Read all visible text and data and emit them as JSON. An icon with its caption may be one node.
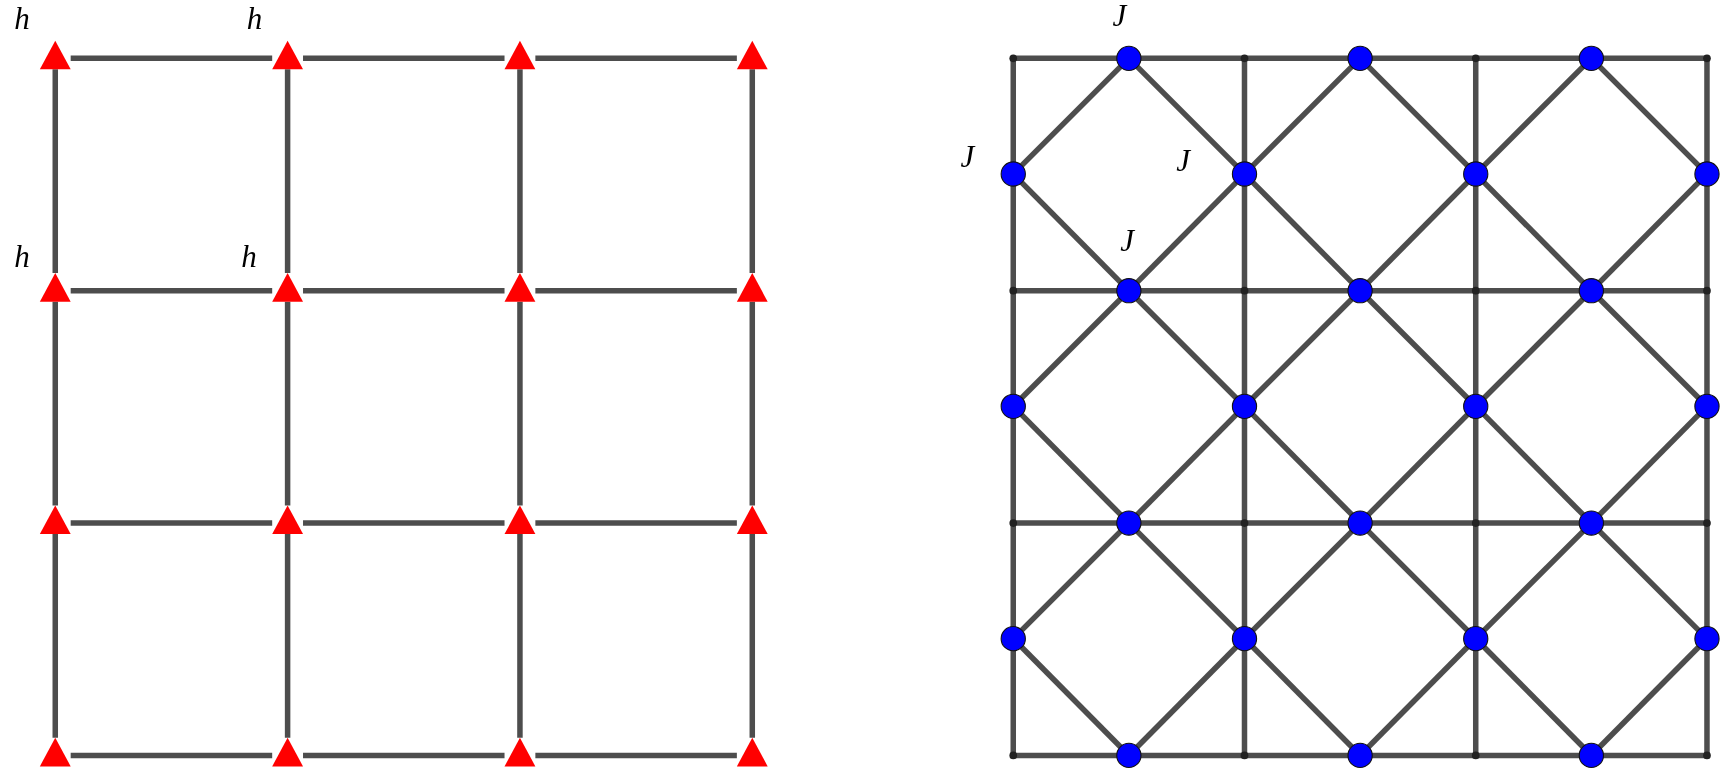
{
  "diagram": {
    "nodes": [
      {
        "text": [],
        "shape": "triangle",
        "beside": [
          "h"
        ]
      },
      {
        "text": [],
        "shape": "triangle",
        "beside": [
          "h"
        ]
      },
      {
        "text": [],
        "shape": "triangle"
      },
      {
        "text": [],
        "shape": "triangle"
      },
      {
        "text": [],
        "shape": "triangle",
        "beside": [
          "h"
        ]
      },
      {
        "text": [],
        "shape": "triangle",
        "beside": [
          "h"
        ]
      },
      {
        "text": [],
        "shape": "triangle"
      },
      {
        "text": [],
        "shape": "triangle"
      },
      {
        "text": [],
        "shape": "triangle"
      },
      {
        "text": [],
        "shape": "triangle"
      },
      {
        "text": [],
        "shape": "triangle"
      },
      {
        "text": [],
        "shape": "triangle"
      },
      {
        "text": [],
        "shape": "triangle"
      },
      {
        "text": [],
        "shape": "triangle"
      },
      {
        "text": [],
        "shape": "triangle"
      },
      {
        "text": [],
        "shape": "triangle"
      },
      {
        "text": [],
        "shape": "circle",
        "beside": [
          "J"
        ]
      },
      {
        "text": [],
        "shape": "circle"
      },
      {
        "text": [],
        "shape": "circle"
      },
      {
        "text": [],
        "shape": "circle",
        "beside": [
          "J"
        ]
      },
      {
        "text": [],
        "shape": "circle",
        "beside": [
          "J"
        ]
      },
      {
        "text": [],
        "shape": "circle"
      },
      {
        "text": [],
        "shape": "circle"
      },
      {
        "text": [],
        "shape": "circle",
        "beside": [
          "J"
        ]
      },
      {
        "text": [],
        "shape": "circle"
      },
      {
        "text": [],
        "shape": "circle"
      },
      {
        "text": [],
        "shape": "circle"
      },
      {
        "text": [],
        "shape": "circle"
      },
      {
        "text": [],
        "shape": "circle"
      },
      {
        "text": [],
        "shape": "circle"
      },
      {
        "text": [],
        "shape": "circle"
      },
      {
        "text": [],
        "shape": "circle"
      },
      {
        "text": [],
        "shape": "circle"
      },
      {
        "text": [],
        "shape": "circle"
      },
      {
        "text": [],
        "shape": "circle"
      },
      {
        "text": [],
        "shape": "circle"
      },
      {
        "text": [],
        "shape": "circle"
      },
      {
        "text": [],
        "shape": "circle"
      },
      {
        "text": [],
        "shape": "circle"
      },
      {
        "text": [],
        "shape": "circle"
      }
    ],
    "edges": [
      {
        "from": 0,
        "to": 1,
        "arrow": "none"
      },
      {
        "from": 1,
        "to": 2,
        "arrow": "none"
      },
      {
        "from": 2,
        "to": 3,
        "arrow": "none"
      },
      {
        "from": 4,
        "to": 5,
        "arrow": "none"
      },
      {
        "from": 5,
        "to": 6,
        "arrow": "none"
      },
      {
        "from": 6,
        "to": 7,
        "arrow": "none"
      },
      {
        "from": 8,
        "to": 9,
        "arrow": "none"
      },
      {
        "from": 9,
        "to": 10,
        "arrow": "none"
      },
      {
        "from": 10,
        "to": 11,
        "arrow": "none"
      },
      {
        "from": 12,
        "to": 13,
        "arrow": "none"
      },
      {
        "from": 13,
        "to": 14,
        "arrow": "none"
      },
      {
        "from": 14,
        "to": 15,
        "arrow": "none"
      },
      {
        "from": 0,
        "to": 4,
        "arrow": "none"
      },
      {
        "from": 1,
        "to": 5,
        "arrow": "none"
      },
      {
        "from": 2,
        "to": 6,
        "arrow": "none"
      },
      {
        "from": 3,
        "to": 7,
        "arrow": "none"
      },
      {
        "from": 4,
        "to": 8,
        "arrow": "none"
      },
      {
        "from": 5,
        "to": 9,
        "arrow": "none"
      },
      {
        "from": 6,
        "to": 10,
        "arrow": "none"
      },
      {
        "from": 7,
        "to": 11,
        "arrow": "none"
      },
      {
        "from": 8,
        "to": 12,
        "arrow": "none"
      },
      {
        "from": 9,
        "to": 13,
        "arrow": "none"
      },
      {
        "from": 10,
        "to": 14,
        "arrow": "none"
      },
      {
        "from": 11,
        "to": 15,
        "arrow": "none"
      },
      {
        "from": 16,
        "to": 19,
        "arrow": "none"
      },
      {
        "from": 16,
        "to": 20,
        "arrow": "none"
      },
      {
        "from": 17,
        "to": 20,
        "arrow": "none"
      },
      {
        "from": 17,
        "to": 21,
        "arrow": "none"
      },
      {
        "from": 18,
        "to": 21,
        "arrow": "none"
      },
      {
        "from": 18,
        "to": 22,
        "arrow": "none"
      },
      {
        "from": 19,
        "to": 23,
        "arrow": "none"
      },
      {
        "from": 20,
        "to": 23,
        "arrow": "none"
      },
      {
        "from": 20,
        "to": 24,
        "arrow": "none"
      },
      {
        "from": 21,
        "to": 24,
        "arrow": "none"
      },
      {
        "from": 21,
        "to": 25,
        "arrow": "none"
      },
      {
        "from": 22,
        "to": 25,
        "arrow": "none"
      },
      {
        "from": 23,
        "to": 26,
        "arrow": "none"
      },
      {
        "from": 23,
        "to": 27,
        "arrow": "none"
      },
      {
        "from": 24,
        "to": 27,
        "arrow": "none"
      },
      {
        "from": 24,
        "to": 28,
        "arrow": "none"
      },
      {
        "from": 25,
        "to": 28,
        "arrow": "none"
      },
      {
        "from": 25,
        "to": 29,
        "arrow": "none"
      },
      {
        "from": 26,
        "to": 30,
        "arrow": "none"
      },
      {
        "from": 27,
        "to": 30,
        "arrow": "none"
      },
      {
        "from": 27,
        "to": 31,
        "arrow": "none"
      },
      {
        "from": 28,
        "to": 31,
        "arrow": "none"
      },
      {
        "from": 28,
        "to": 32,
        "arrow": "none"
      },
      {
        "from": 29,
        "to": 32,
        "arrow": "none"
      },
      {
        "from": 30,
        "to": 33,
        "arrow": "none"
      },
      {
        "from": 30,
        "to": 34,
        "arrow": "none"
      },
      {
        "from": 31,
        "to": 34,
        "arrow": "none"
      },
      {
        "from": 31,
        "to": 35,
        "arrow": "none"
      },
      {
        "from": 32,
        "to": 35,
        "arrow": "none"
      },
      {
        "from": 32,
        "to": 36,
        "arrow": "none"
      },
      {
        "from": 33,
        "to": 37,
        "arrow": "none"
      },
      {
        "from": 34,
        "to": 37,
        "arrow": "none"
      },
      {
        "from": 34,
        "to": 38,
        "arrow": "none"
      },
      {
        "from": 35,
        "to": 38,
        "arrow": "none"
      },
      {
        "from": 35,
        "to": 39,
        "arrow": "none"
      },
      {
        "from": 36,
        "to": 39,
        "arrow": "none"
      }
    ]
  }
}
